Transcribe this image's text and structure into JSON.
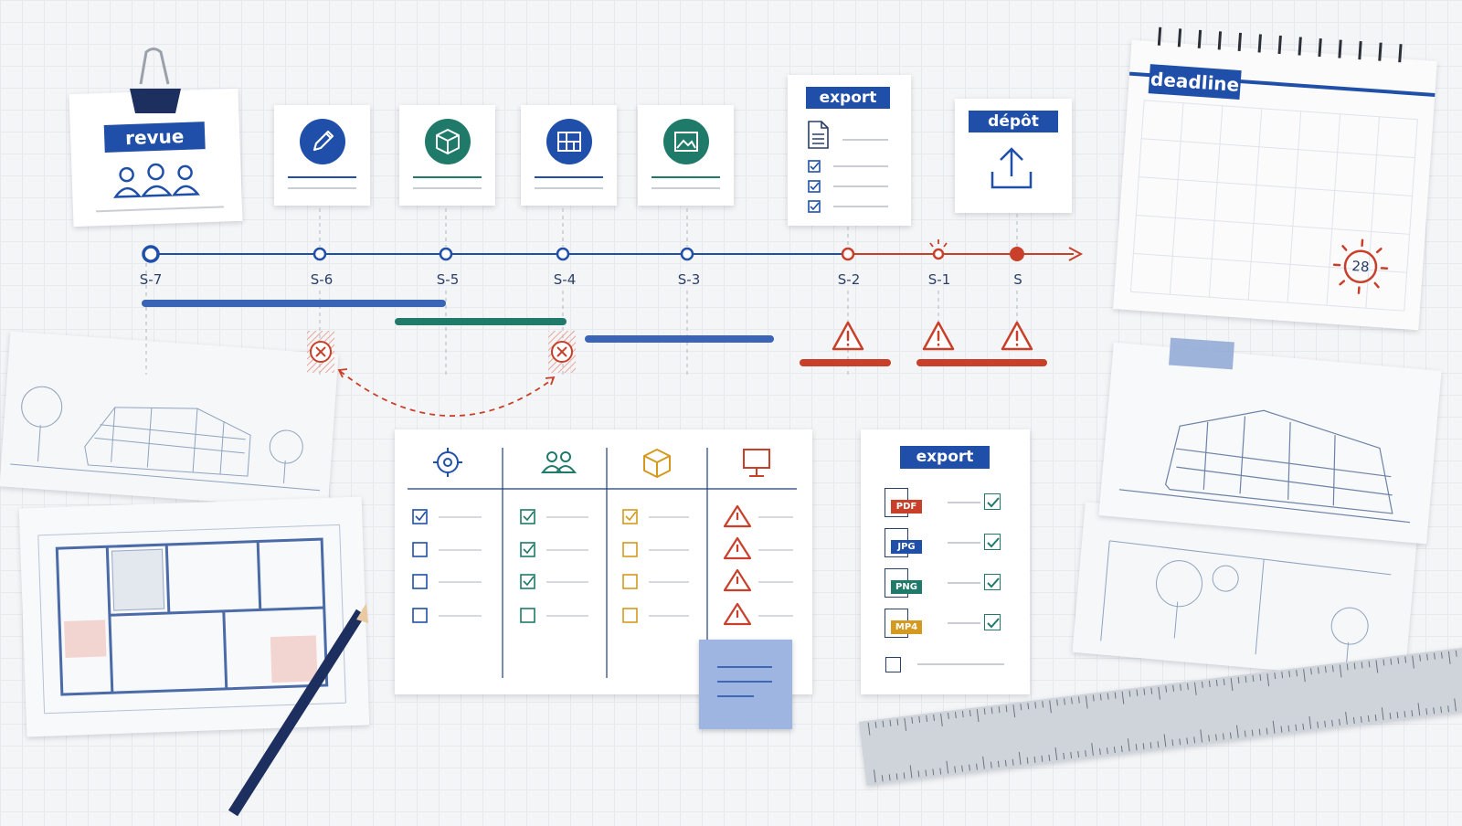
{
  "cards": {
    "revue_label": "revue",
    "export_label": "export",
    "depot_label": "dépôt",
    "deadline_label": "deadline",
    "deadline_day": "28"
  },
  "timeline": {
    "ticks": [
      "S-7",
      "S-6",
      "S-5",
      "S-4",
      "S-3",
      "S-2",
      "S-1",
      "S"
    ]
  },
  "export_panel": {
    "title": "export",
    "formats": [
      {
        "label": "PDF",
        "color": "#c8402a"
      },
      {
        "label": "JPG",
        "color": "#1f4fa8"
      },
      {
        "label": "PNG",
        "color": "#1f7a6a"
      },
      {
        "label": "MP4",
        "color": "#d39a1f"
      }
    ]
  },
  "colors": {
    "primary_blue": "#1f4fa8",
    "teal": "#1f7a6a",
    "alert_orange": "#c8402a",
    "amber": "#d39a1f"
  },
  "icons": {
    "revue": "people-icon",
    "stage1": "pencil-icon",
    "stage2": "cube-icon",
    "stage3": "floorplan-icon",
    "stage4": "image-icon",
    "depot": "upload-icon"
  }
}
